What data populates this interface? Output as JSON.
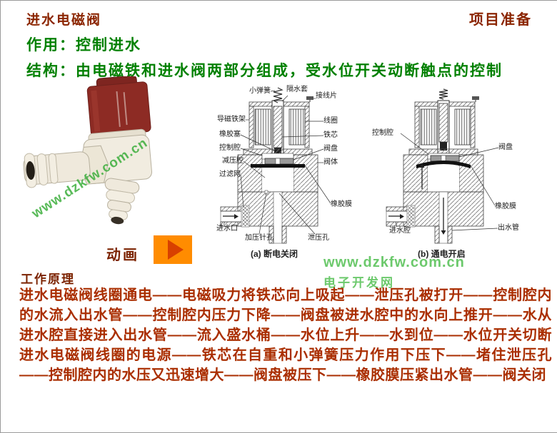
{
  "colors": {
    "heading_red": "#8b2500",
    "body_red": "#aa2e00",
    "green": "#008000",
    "watermark_green": "#6cc96c",
    "play_button_orange": "#ff8c00",
    "play_triangle": "#d84000"
  },
  "header": {
    "title": "进水电磁阀",
    "corner": "项目准备",
    "function_line": "作用：控制进水",
    "structure_line": "结构：由电磁铁和进水阀两部分组成，受水位开关动断触点的控制"
  },
  "photo": {
    "watermark": "www.dzkfw.com.cn"
  },
  "animation": {
    "label": "动画"
  },
  "diagrams": {
    "a": {
      "caption": "(a) 断电关闭",
      "labels": {
        "small_spring": "小弹簧",
        "water_sleeve": "隔水套",
        "terminal": "接线片",
        "magnet_frame": "导磁铁架",
        "coil": "线圈",
        "rubber_plug": "橡胶塞",
        "iron_core": "铁芯",
        "control_chamber": "控制腔",
        "valve_disc": "阀盘",
        "decompression_chamber": "减压腔",
        "valve_body": "阀体",
        "filter": "过滤网",
        "rubber_diaphragm": "橡胶膜",
        "water_inlet": "进水口",
        "pressure_pinhole": "加压针孔",
        "relief_hole": "泄压孔"
      }
    },
    "b": {
      "caption": "(b) 通电开启",
      "labels": {
        "control_chamber": "控制腔",
        "valve_disc": "阀盘",
        "rubber_diaphragm": "橡胶膜",
        "inlet_chamber": "进水腔",
        "outlet_pipe": "出水管"
      }
    }
  },
  "watermark": {
    "line1": "www.dzkfw.com.cn",
    "line2": "电子开发网"
  },
  "principle": {
    "heading": "工作原理",
    "text": "进水电磁阀线圈通电——电磁吸力将铁芯向上吸起——泄压孔被打开——控制腔内的水流入出水管——控制腔内压力下降——阀盘被进水腔中的水向上推开——水从进水腔直接进入出水管——流入盛水桶——水位上升——水到位——水位开关切断进水电磁阀线圈的电源——铁芯在自重和小弹簧压力作用下压下——堵住泄压孔——控制腔内的水压又迅速增大——阀盘被压下——橡胶膜压紧出水管——阀关闭"
  }
}
